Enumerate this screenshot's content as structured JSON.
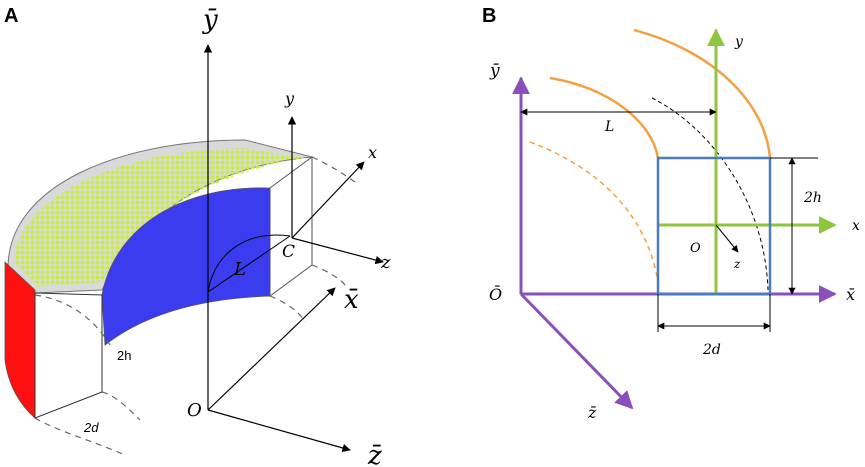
{
  "panel_a": {
    "label": "A",
    "axis_y_bar": "ȳ",
    "axis_x_bar": "x̄",
    "axis_z_bar": "z̄",
    "origin": "O",
    "local_x": "x",
    "local_y": "y",
    "local_z": "z",
    "center": "C",
    "radius": "L",
    "height": "2h",
    "width": "2d",
    "colors": {
      "top_face": "#d9d9d9",
      "dots": "#c8ee3c",
      "inner_face": "#3b3bf0",
      "end_face": "#ff1010"
    }
  },
  "panel_b": {
    "label": "B",
    "axis_y_bar": "ȳ",
    "axis_x_bar": "x̄",
    "axis_z_bar": "z̄",
    "origin": "Ō",
    "local_x": "x",
    "local_y": "y",
    "local_z": "z",
    "center": "O",
    "radius": "L",
    "height": "2h",
    "width": "2d",
    "colors": {
      "global_axes": "#8a4fb8",
      "local_axes": "#8dc63f",
      "section": "#4a7cc0",
      "arcs": "#f4a040"
    }
  }
}
